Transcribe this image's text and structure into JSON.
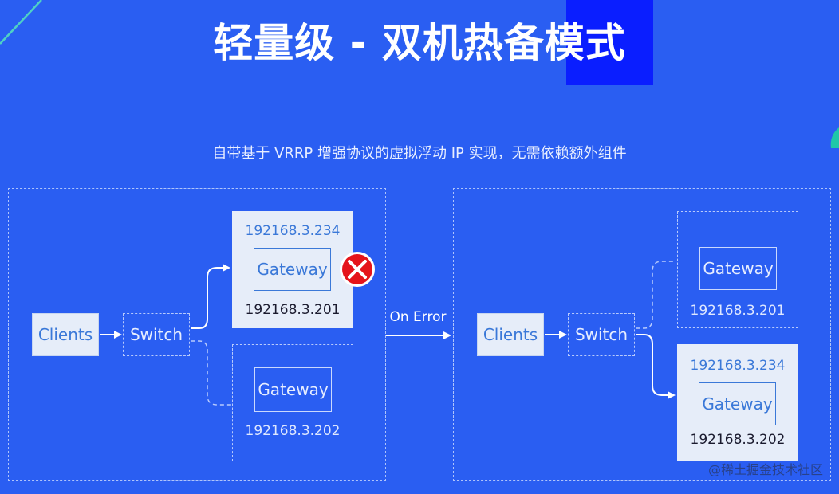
{
  "title": "轻量级 - 双机热备模式",
  "subtitle": "自带基于 VRRP 增强协议的虚拟浮动 IP 实现，无需依赖额外组件",
  "left": {
    "clients": "Clients",
    "switch": "Switch",
    "master": {
      "ip_top": "192168.3.234",
      "gateway": "Gateway",
      "ip_bottom": "192168.3.201"
    },
    "backup": {
      "gateway": "Gateway",
      "ip_bottom": "192168.3.202"
    }
  },
  "transition": {
    "label": "On Error"
  },
  "right": {
    "clients": "Clients",
    "switch": "Switch",
    "failed": {
      "gateway": "Gateway",
      "ip_bottom": "192168.3.201"
    },
    "new_master": {
      "ip_top": "192168.3.234",
      "gateway": "Gateway",
      "ip_bottom": "192168.3.202"
    }
  },
  "watermark": "@稀土掘金技术社区",
  "icons": {
    "error": "error-x-icon"
  },
  "colors": {
    "background": "#2a5ef2",
    "accent": "#0a1eff",
    "node_fill": "#e6edf9",
    "node_text": "#3a78d8",
    "error": "#e5141b"
  }
}
